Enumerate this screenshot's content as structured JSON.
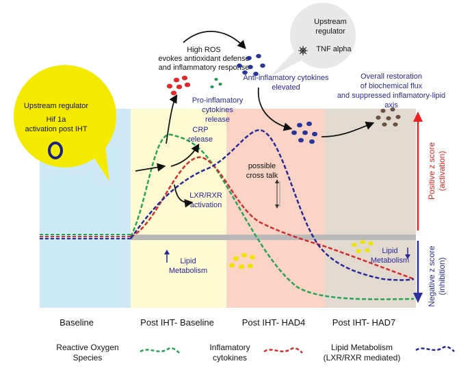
{
  "phases": [
    "Baseline",
    "Post IHT- Baseline",
    "Post IHT- HAD4",
    "Post IHT- HAD7"
  ],
  "colors": {
    "baseline": "#cde9f8",
    "post_baseline": "#fdf9d0",
    "had4": "#f9d4c4",
    "had7": "#e2d9cf",
    "ros": "#22a454",
    "cytokines": "#d42a2a",
    "lipid": "#27279c",
    "positive_axis": "#e8231f",
    "negative_axis": "#2b2f9c",
    "yellow_bubble": "#f4ea00",
    "grey_bubble": "#e8e8e8",
    "baseline_bar": "#b9b9b9",
    "lipid_dots": "#f2e200",
    "antiinflam_dots": "#27359c",
    "restoration_dots": "#6b4f3f",
    "proinflam_dots": "#e02a2a",
    "ros_dots": "#1d9a4f"
  },
  "upstream_hif": {
    "title": "Upstream regulator",
    "lines": [
      "Hif 1a",
      "activation post IHT"
    ]
  },
  "upstream_tnf": {
    "title_lines": [
      "Upstream",
      "regulator"
    ],
    "label": "TNF alpha"
  },
  "annotations": {
    "high_ros": [
      "High ROS",
      "evokes antioxidant defense",
      "and inflammatory response"
    ],
    "anti_inflam": [
      "Anti-inflamatory cytokines",
      "elevated"
    ],
    "restoration": [
      "Overall restoration",
      "of biochemical flux",
      "and suppressed inflamatory-lipid",
      "axis"
    ],
    "pro_inflam": [
      "Pro-inflamatory",
      "cytokines",
      "release"
    ],
    "crp": [
      "CRP",
      "release"
    ],
    "lxr": [
      "LXR/RXR",
      "activation"
    ],
    "cross_talk": [
      "possible",
      "cross talk"
    ],
    "lipid_up": [
      "Lipid",
      "Metabolism"
    ],
    "lipid_down": [
      "Lipid",
      "Metabolism"
    ]
  },
  "axis": {
    "positive": [
      "Positive z score",
      "(activation)"
    ],
    "negative": [
      "Negative z score",
      "(inhibition)"
    ]
  },
  "legend": [
    {
      "lines": [
        "Reactive Oxygen",
        "Species"
      ],
      "color": "#22a454"
    },
    {
      "lines": [
        "Inflamatory",
        "cytokines"
      ],
      "color": "#d42a2a"
    },
    {
      "lines": [
        "Lipid Metabolism",
        "(LXR/RXR mediated)"
      ],
      "color": "#27279c"
    }
  ]
}
